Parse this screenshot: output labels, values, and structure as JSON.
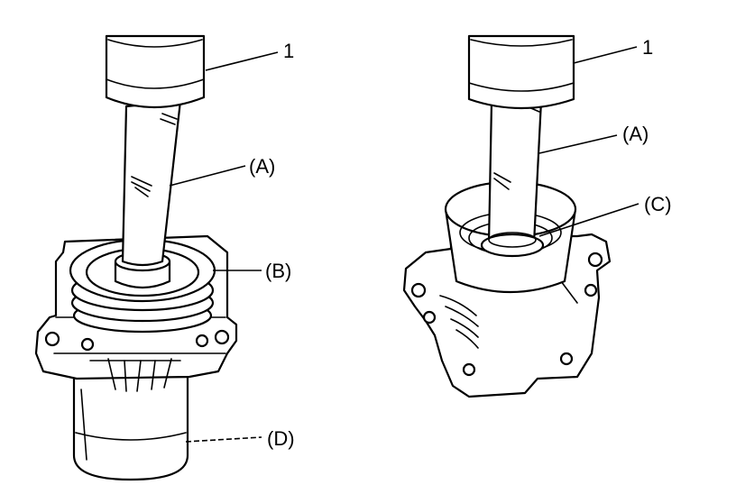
{
  "callouts": {
    "tool_left": "1",
    "tool_right": "1",
    "a_left": "(A)",
    "a_right": "(A)",
    "b": "(B)",
    "c": "(C)",
    "d": "(D)"
  }
}
